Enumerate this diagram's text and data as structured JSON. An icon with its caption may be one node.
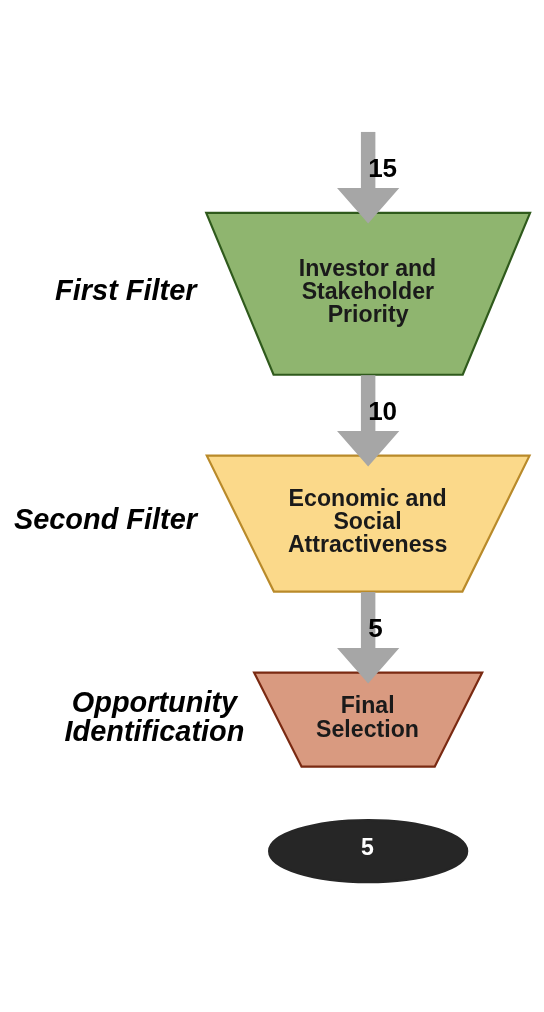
{
  "diagram": {
    "nodes": [
      {
        "text": [
          "Investor and Stakeholder Priority"
        ],
        "beside": [
          "First Filter"
        ]
      },
      {
        "text": [
          "Economic and Social Attractiveness"
        ],
        "beside": [
          "Second Filter"
        ]
      },
      {
        "text": [
          "Final Selection"
        ],
        "beside": [
          "Opportunity Identification"
        ]
      },
      {
        "text": [
          "5"
        ]
      }
    ],
    "edges": [
      {
        "from": null,
        "to": 0,
        "arrow": "to",
        "label": "15"
      },
      {
        "from": 0,
        "to": 1,
        "arrow": "to",
        "label": "10"
      },
      {
        "from": 1,
        "to": 2,
        "arrow": "to",
        "label": "5"
      }
    ]
  }
}
